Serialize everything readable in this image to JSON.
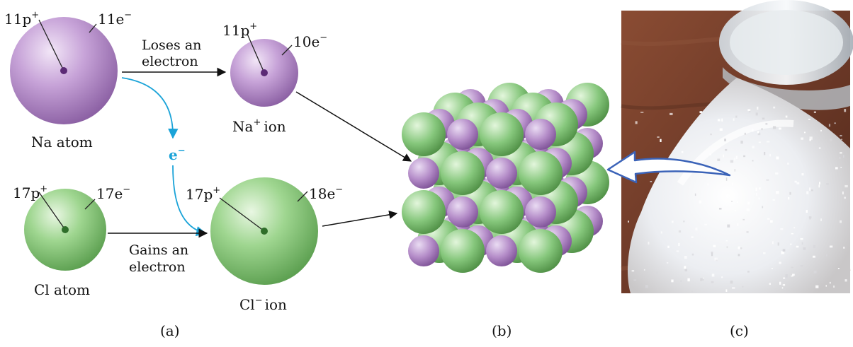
{
  "panel_a": {
    "na_atom": {
      "protons": "11p",
      "electrons": "11e",
      "label": "Na atom"
    },
    "na_ion": {
      "protons": "11p",
      "electrons": "10e",
      "label_symbol": "Na",
      "label_word": "ion"
    },
    "cl_atom": {
      "protons": "17p",
      "electrons": "17e",
      "label": "Cl atom"
    },
    "cl_ion": {
      "protons": "17p",
      "electrons": "18e",
      "label_symbol": "Cl",
      "label_word": "ion"
    },
    "loses_line1": "Loses an",
    "loses_line2": "electron",
    "gains_line1": "Gains an",
    "gains_line2": "electron",
    "electron_symbol": "e",
    "plus": "+",
    "minus": "−"
  },
  "captions": {
    "a": "(a)",
    "b": "(b)",
    "c": "(c)"
  },
  "colors": {
    "sodium": "#b48cc8",
    "chlorine": "#86c77c",
    "electron_arrow": "#1aa3d8",
    "photo_background": "#6e3a28",
    "salt": "#f4f4f6",
    "callout_arrow": "#3b63b8"
  }
}
